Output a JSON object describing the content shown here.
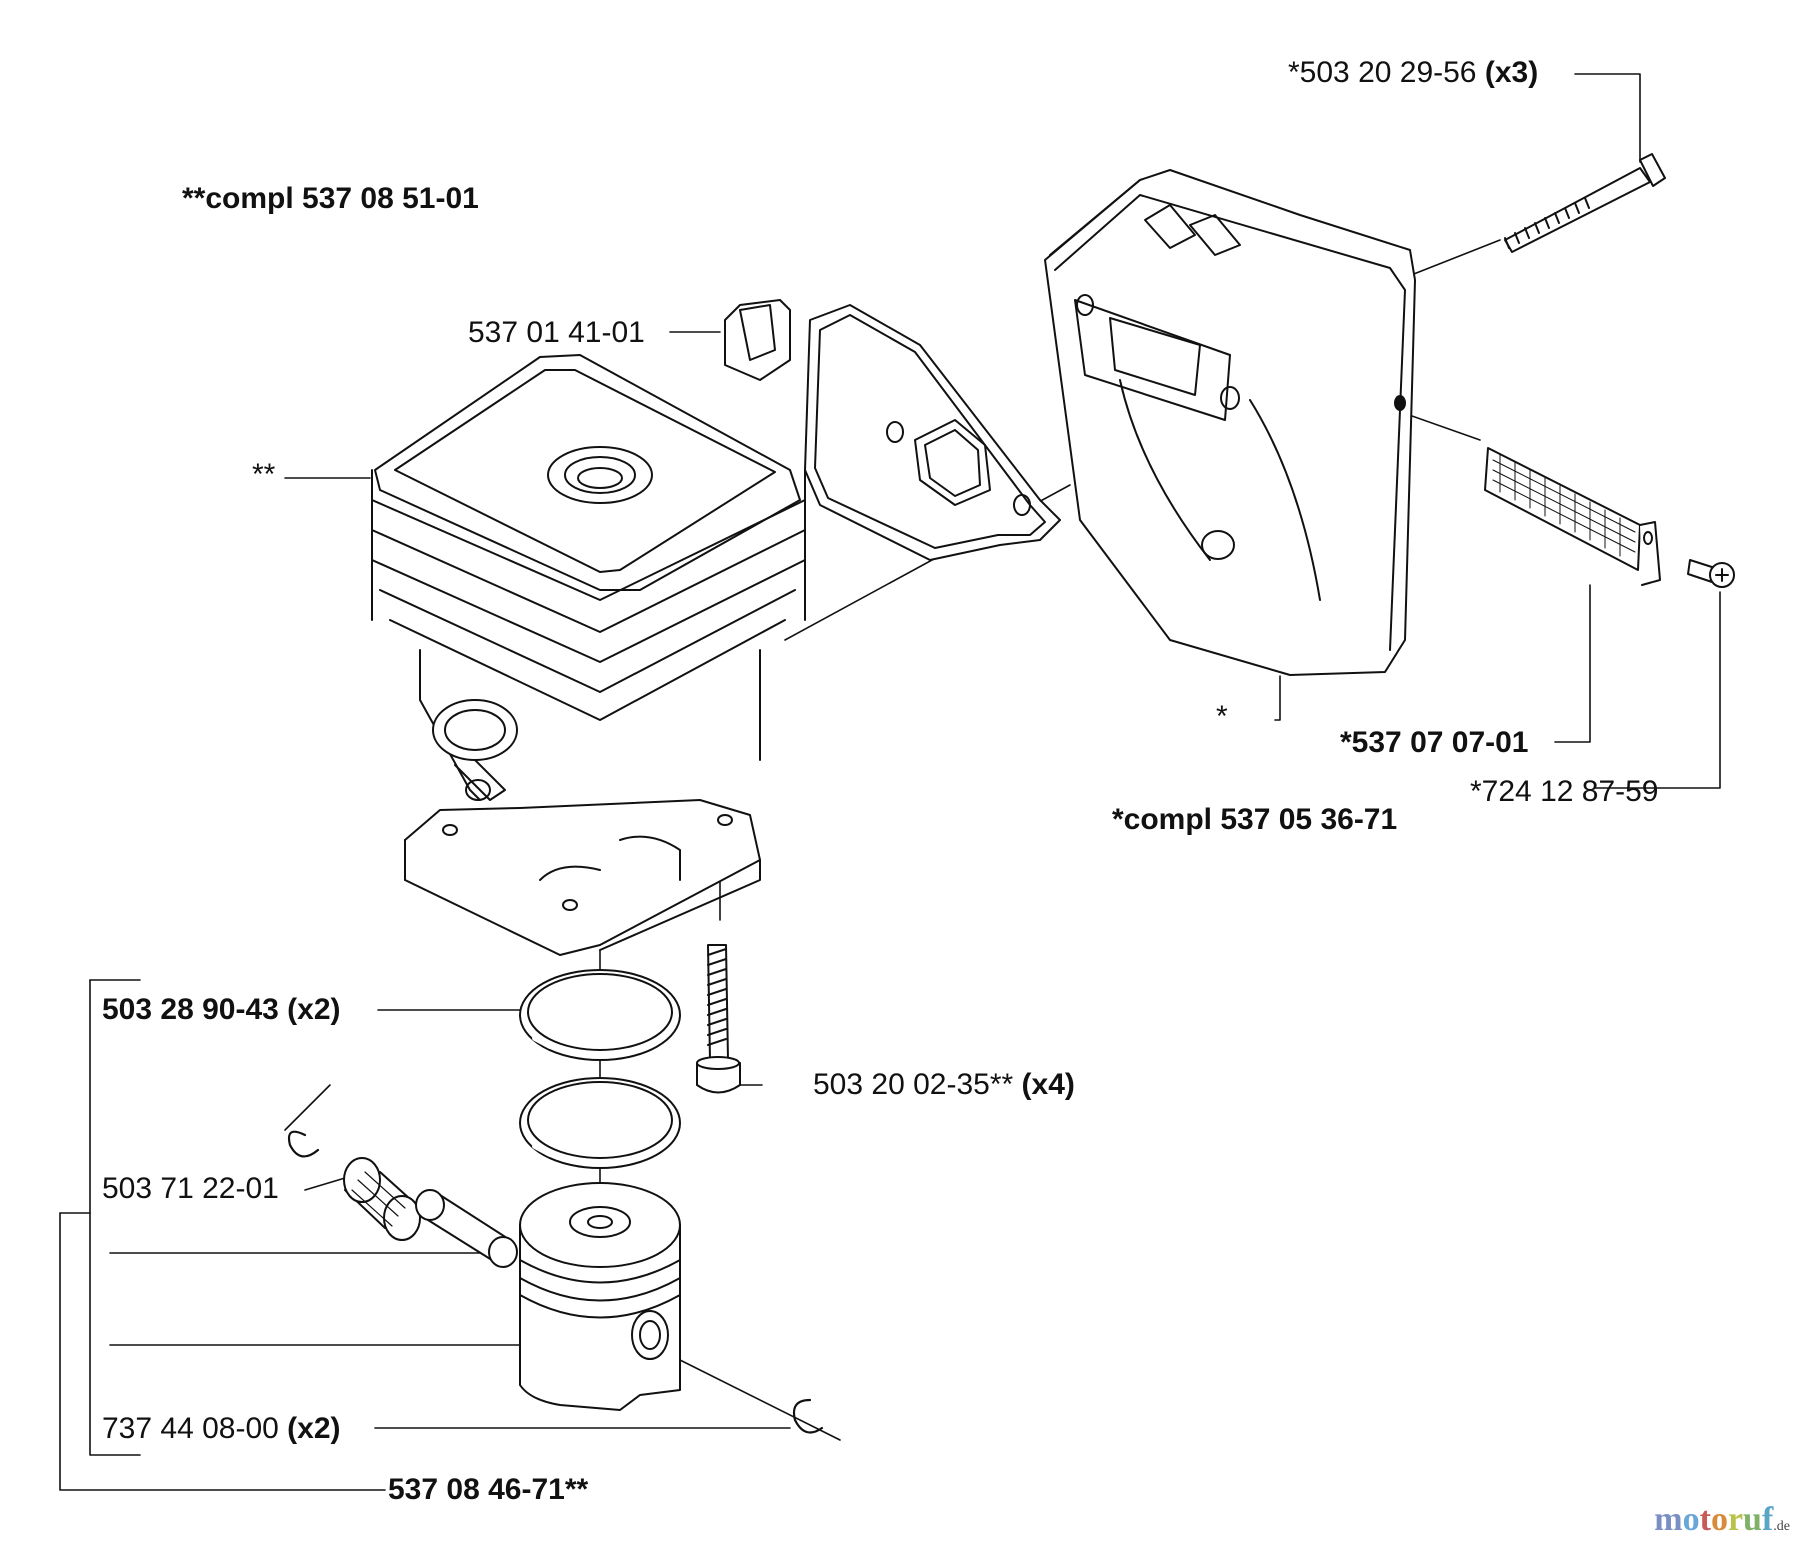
{
  "labels": {
    "bolt_long": {
      "part": "*503 20 29-56 ",
      "qty": "(x3)"
    },
    "cyl_compl": "**compl 537 08 51-01",
    "bracket": "537 01 41-01",
    "cyl_marker": "**",
    "muffler_marker": "*",
    "screen": "*537 07 07-01",
    "screw_small": "*724 12 87-59",
    "muffler_compl": "*compl 537 05 36-71",
    "ring": {
      "part": "503 28 90-43 (x2)"
    },
    "bolt_base": {
      "part": "503 20 02-35** ",
      "qty": "(x4)"
    },
    "bearing": "503 71 22-01",
    "circlip": {
      "part": "737 44 08-00 ",
      "qty": "(x2)"
    },
    "piston_compl": "537 08 46-71**"
  },
  "watermark": {
    "text": "motoruf",
    "suffix": ".de",
    "colors": [
      "#7a8fc4",
      "#6aa6d8",
      "#c85a5a",
      "#d88b3a",
      "#b9c24a",
      "#7fb267",
      "#59a5c6"
    ]
  },
  "colors": {
    "ink": "#111111",
    "paper": "#ffffff"
  }
}
